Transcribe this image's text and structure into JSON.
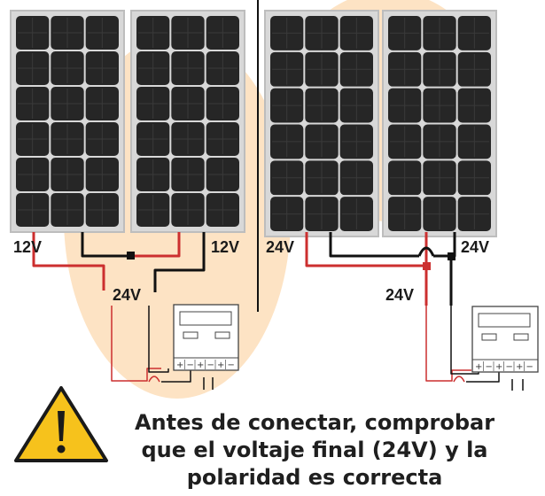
{
  "left_system": {
    "panel_left_label": "12V",
    "panel_right_label": "12V",
    "total_label": "24V"
  },
  "right_system": {
    "panel_left_label": "24V",
    "panel_right_label": "24V",
    "total_label": "24V"
  },
  "controller": {
    "terminal_signs": [
      "+",
      "−",
      "+",
      "−",
      "+",
      "−"
    ]
  },
  "warning": {
    "icon": "warning-triangle-icon",
    "line1": "Antes de conectar, comprobar",
    "line2": "que el  voltaje final (24V) y la",
    "line3": "polaridad es correcta"
  },
  "colors": {
    "positive_wire": "#cc2f2f",
    "negative_wire": "#111111",
    "background_blob": "#fde3c4",
    "cell": "#262626",
    "panel_frame": "#bdbdbd",
    "warning_yellow": "#f6c21c"
  }
}
